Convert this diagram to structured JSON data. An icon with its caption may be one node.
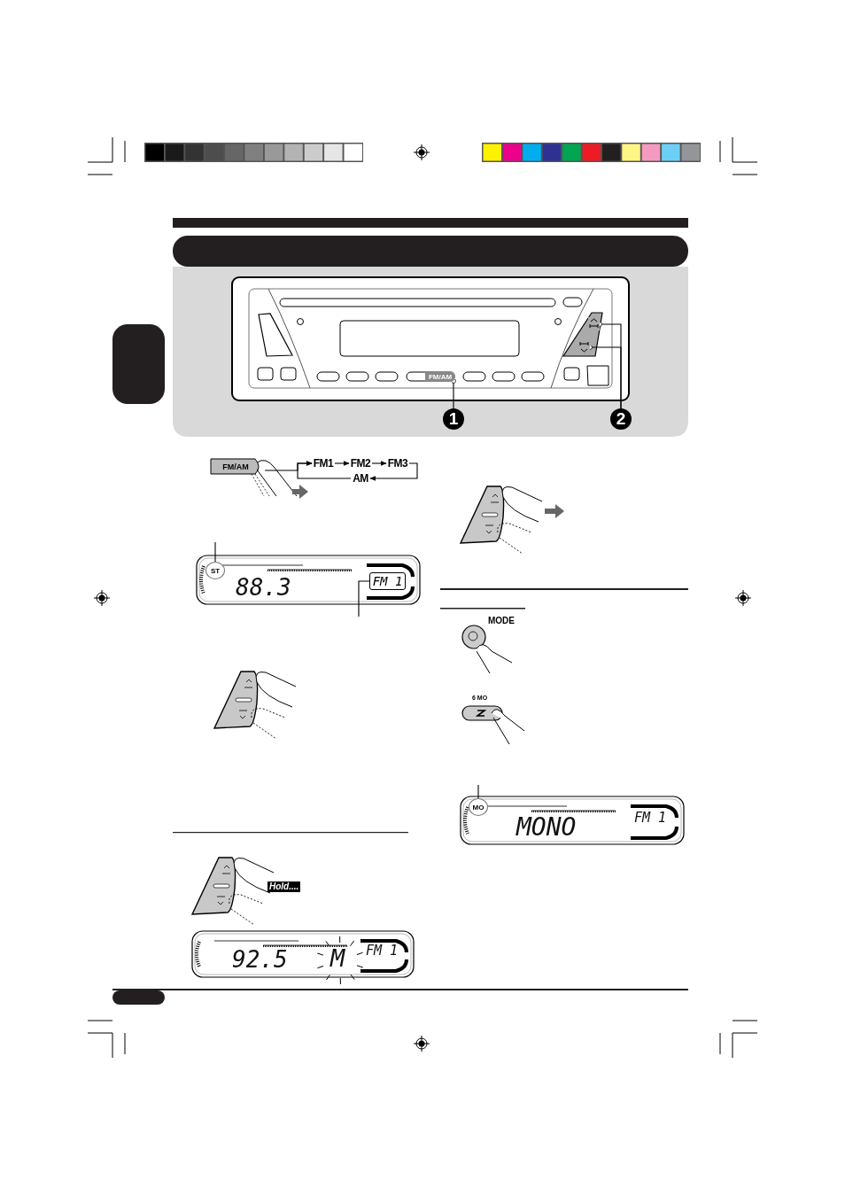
{
  "diagram": {
    "nodes": [
      {
        "text": [
          "1"
        ]
      },
      {
        "text": [
          "FM/AM"
        ]
      },
      {
        "text": [
          "2"
        ]
      },
      {
        "text": [],
        "shape": "box"
      },
      {
        "text": [],
        "shape": "box"
      },
      {
        "text": [
          "FM/AM"
        ]
      },
      {
        "text": [
          "FM1"
        ]
      },
      {
        "text": [
          "FM2"
        ]
      },
      {
        "text": [
          "FM3"
        ]
      },
      {
        "text": [
          "AM"
        ]
      },
      {
        "text": [
          "ST"
        ]
      },
      {
        "text": [
          "FM 1"
        ]
      },
      {
        "text": [
          "MO"
        ]
      },
      {
        "text": [],
        "shape": "bar"
      },
      {
        "text": [],
        "shape": "bar"
      }
    ],
    "edges": [
      {
        "from": 0,
        "to": 1,
        "arrow": "other"
      },
      {
        "from": 2,
        "to": 3,
        "arrow": "other"
      },
      {
        "from": 2,
        "to": 4,
        "arrow": "other"
      },
      {
        "from": 5,
        "to": 6,
        "arrow": "to"
      },
      {
        "from": 6,
        "to": 7,
        "arrow": "to"
      },
      {
        "from": 7,
        "to": 8,
        "arrow": "to"
      },
      {
        "from": 8,
        "to": 9,
        "arrow": "to"
      },
      {
        "from": 9,
        "to": 6,
        "arrow": "to"
      },
      {
        "from": null,
        "to": 10,
        "arrow": "none"
      },
      {
        "from": null,
        "to": 11,
        "arrow": "none"
      },
      {
        "from": null,
        "to": 12,
        "arrow": "none"
      }
    ],
    "labels": [
      "88.3",
      "MODE",
      "6 MO",
      "MONO",
      "FM 1",
      "Hold....",
      "92.5",
      "M",
      "FM 1"
    ]
  }
}
